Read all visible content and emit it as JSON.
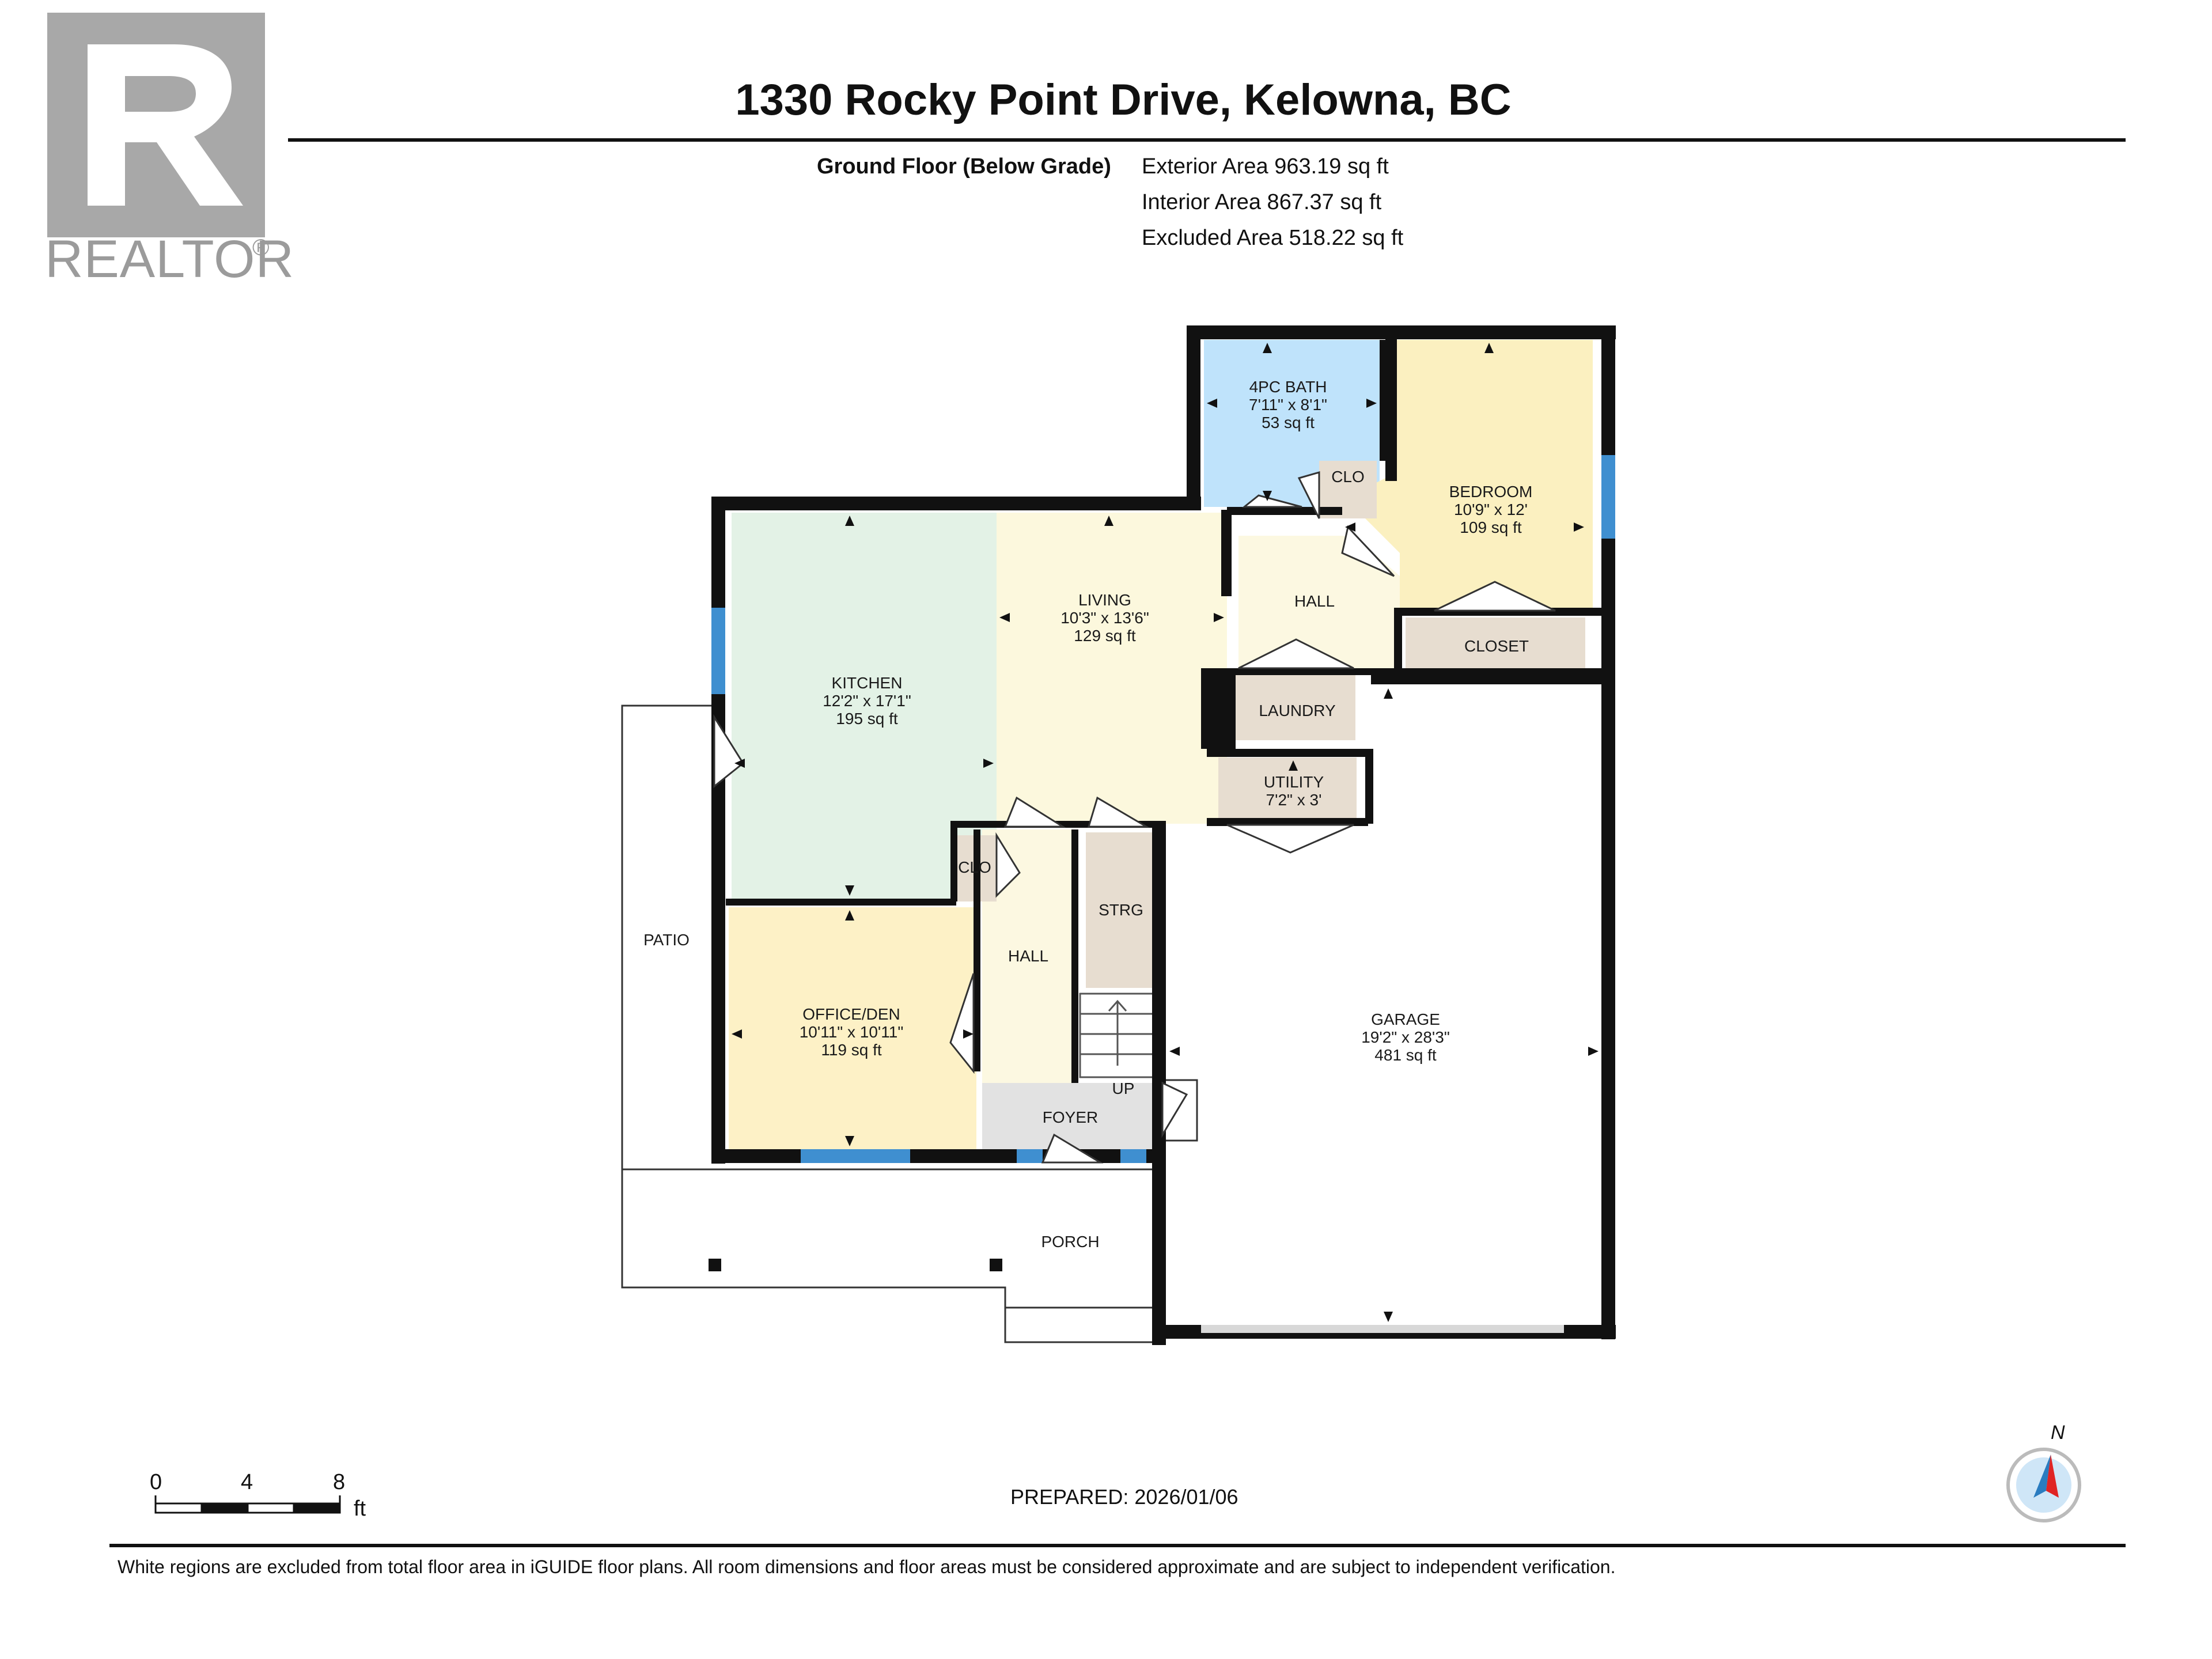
{
  "header": {
    "logo_text": "REALTOR",
    "logo_mark": "®",
    "title": "1330 Rocky Point Drive, Kelowna, BC"
  },
  "floor": {
    "name": "Ground Floor (Below Grade)",
    "exterior_area": "Exterior Area 963.19 sq ft",
    "interior_area": "Interior Area 867.37 sq ft",
    "excluded_area": "Excluded Area 518.22 sq ft"
  },
  "rooms": {
    "bath": {
      "name": "4PC BATH",
      "dims": "7'11\" x 8'1\"",
      "area": "53 sq ft"
    },
    "bedroom": {
      "name": "BEDROOM",
      "dims": "10'9\" x 12'",
      "area": "109 sq ft"
    },
    "living": {
      "name": "LIVING",
      "dims": "10'3\" x 13'6\"",
      "area": "129 sq ft"
    },
    "kitchen": {
      "name": "KITCHEN",
      "dims": "12'2\" x 17'1\"",
      "area": "195 sq ft"
    },
    "office": {
      "name": "OFFICE/DEN",
      "dims": "10'11\" x 10'11\"",
      "area": "119 sq ft"
    },
    "garage": {
      "name": "GARAGE",
      "dims": "19'2\" x 28'3\"",
      "area": "481 sq ft"
    },
    "utility": {
      "name": "UTILITY",
      "dims": "7'2\" x 3'"
    },
    "clo_upper": "CLO",
    "clo_lower": "CLO",
    "hall_upper": "HALL",
    "hall_lower": "HALL",
    "closet": "CLOSET",
    "laundry": "LAUNDRY",
    "strg": "STRG",
    "foyer": "FOYER",
    "stairs_up": "UP",
    "patio": "PATIO",
    "porch": "PORCH"
  },
  "scale": {
    "ticks": [
      "0",
      "4",
      "8"
    ],
    "unit": "ft"
  },
  "compass": {
    "label": "N"
  },
  "footer": {
    "prepared": "PREPARED: 2026/01/06",
    "disclaimer": "White regions are excluded from total floor area in iGUIDE floor plans. All room dimensions and floor areas must be considered approximate and are subject to independent verification."
  },
  "colors": {
    "bath": "#bfe3fb",
    "bedroom": "#fbf0c0",
    "kitchen": "#e3f2e6",
    "living": "#fcf8dd",
    "office": "#fdf1c6",
    "hall": "#fcf8e1",
    "storage": "#e7ddd0",
    "foyer": "#e2e2e2",
    "wall": "#111111",
    "window": "#3f8fd0"
  }
}
